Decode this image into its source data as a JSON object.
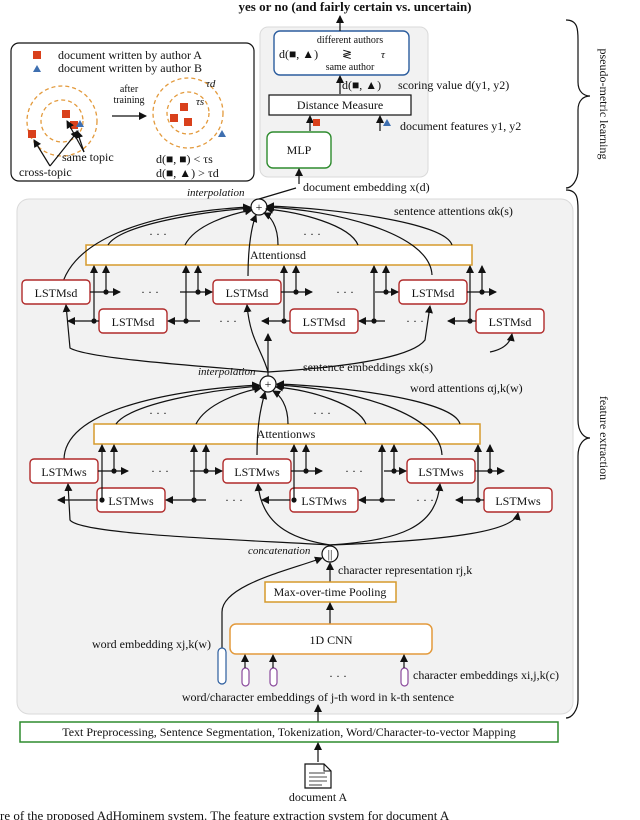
{
  "top_title": "yes or no (and fairly certain vs. uncertain)",
  "bracket_labels": {
    "pseudo_metric": "pseudo-metric learning",
    "feature_extraction": "feature extraction"
  },
  "legend": {
    "author_a": "document written by author A",
    "author_b": "document written by author B",
    "after_training": [
      "after",
      "training"
    ],
    "tau_d": "τd",
    "tau_s": "τs",
    "same_topic": "same topic",
    "cross_topic": "cross-topic",
    "ineq_1": "d(■, ■) < τs",
    "ineq_2": "d(■, ▲) > τd"
  },
  "metric": {
    "different_authors": "different authors",
    "same_author": "same author",
    "d_expr": "d(■, ▲)",
    "geq": "≷",
    "tau": "τ",
    "d_small": "d(■, ▲)",
    "scoring_value": "scoring value d(y1, y2)",
    "distance_measure": "Distance Measure",
    "document_features": "document features y1, y2",
    "mlp": "MLP"
  },
  "labels": {
    "interpolation": "interpolation",
    "document_embedding": "document embedding x(d)",
    "sentence_attentions": "sentence attentions αk(s)",
    "sentence_embeddings": "sentence embeddings xk(s)",
    "word_attentions": "word attentions αj,k(w)",
    "concatenation": "concatenation",
    "character_representation": "character representation rj,k",
    "word_embedding": "word embedding xj,k(w)",
    "character_embeddings": "character embeddings xi,j,k(c)",
    "word_char_embeddings": "word/character embeddings of j-th word in k-th sentence",
    "document": "document A",
    "plus": "+",
    "concat_symbol": "||",
    "dots": "· · ·"
  },
  "boxes": {
    "attention_sd": "Attentionsd",
    "attention_ws": "Attentionws",
    "lstm_sd": "LSTMsd",
    "lstm_ws": "LSTMws",
    "max_pool": "Max-over-time Pooling",
    "cnn": "1D CNN",
    "preprocessing": "Text Preprocessing, Sentence Segmentation, Tokenization, Word/Character-to-vector Mapping"
  },
  "caption_fragment": "re of the proposed AdHominem system. The feature extraction system for document A",
  "colors": {
    "author_a": "#d9401b",
    "author_b": "#3e6fb0",
    "lstm_border": "#b02a2a",
    "mlp_border": "#2e8b2e",
    "attention_border": "#d69a2c",
    "cnn_border": "#e39a3c",
    "metric_border": "#2c5d9e",
    "panel_bg": "#f2f2f2",
    "lstm_bg": "#ffffff"
  }
}
